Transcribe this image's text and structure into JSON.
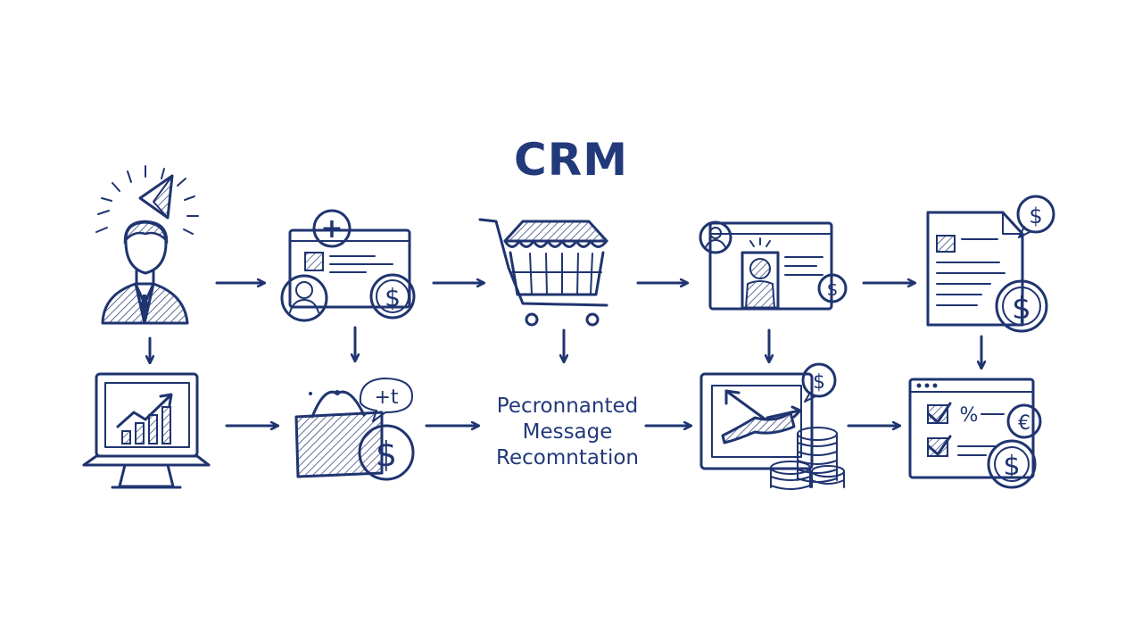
{
  "title": "CRM",
  "message_block": {
    "lines": [
      "Pecronnanted",
      "Message",
      "Recomntation"
    ]
  },
  "icon_labels": {
    "plus": "+",
    "dollar": "$",
    "percent": "%",
    "euro": "€",
    "hash_bubble": "+t"
  },
  "colors": {
    "ink": "#1f3470",
    "background": "#ffffff"
  },
  "nodes_top": [
    "person-icon",
    "profile-card-icon",
    "shopping-cart-icon",
    "salesperson-card-icon",
    "invoice-document-icon"
  ],
  "nodes_bottom": [
    "laptop-chart-icon",
    "shopping-bag-icon",
    "message-text",
    "growth-chart-coins-icon",
    "checklist-browser-icon"
  ]
}
